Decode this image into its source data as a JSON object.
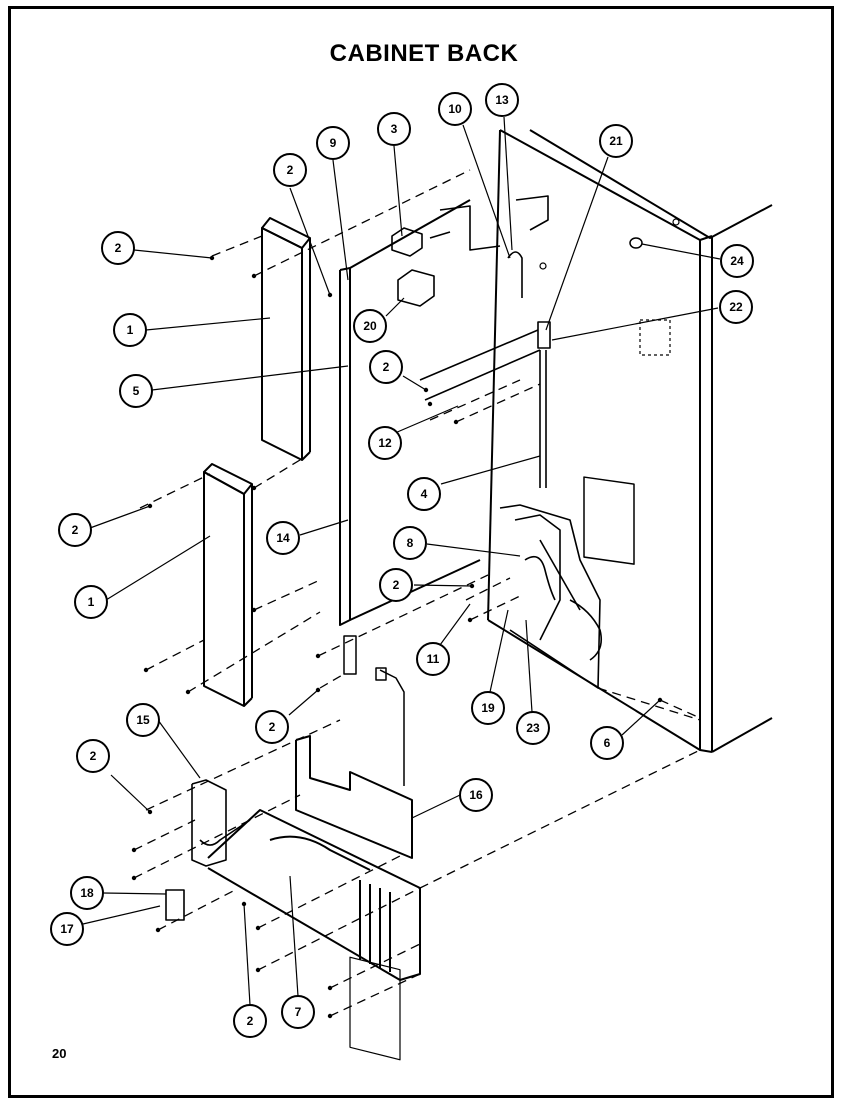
{
  "title": "CABINET BACK",
  "page_number": "20",
  "callouts": [
    {
      "label": "2"
    },
    {
      "label": "1"
    },
    {
      "label": "5"
    },
    {
      "label": "2"
    },
    {
      "label": "1"
    },
    {
      "label": "2"
    },
    {
      "label": "15"
    },
    {
      "label": "18"
    },
    {
      "label": "17"
    },
    {
      "label": "2"
    },
    {
      "label": "7"
    },
    {
      "label": "2"
    },
    {
      "label": "9"
    },
    {
      "label": "3"
    },
    {
      "label": "20"
    },
    {
      "label": "10"
    },
    {
      "label": "13"
    },
    {
      "label": "21"
    },
    {
      "label": "24"
    },
    {
      "label": "22"
    },
    {
      "label": "2"
    },
    {
      "label": "12"
    },
    {
      "label": "4"
    },
    {
      "label": "8"
    },
    {
      "label": "2"
    },
    {
      "label": "14"
    },
    {
      "label": "11"
    },
    {
      "label": "19"
    },
    {
      "label": "23"
    },
    {
      "label": "6"
    },
    {
      "label": "16"
    },
    {
      "label": "2"
    }
  ]
}
